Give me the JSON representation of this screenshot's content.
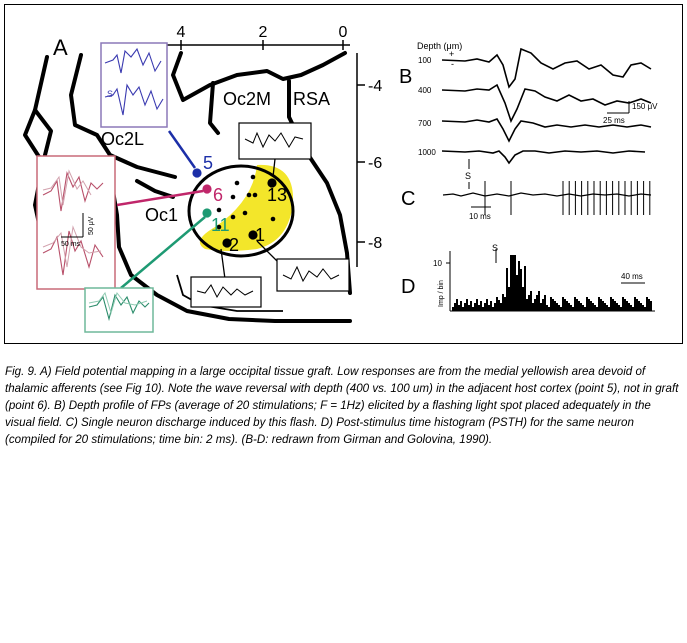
{
  "panels": {
    "a": {
      "label": "A",
      "top_axis": [
        "4",
        "2",
        "0"
      ],
      "side_axis": [
        "-4",
        "-6",
        "-8"
      ],
      "areas": [
        "Oc2M",
        "RSA",
        "Oc2L",
        "Oc1"
      ],
      "points": [
        "5",
        "6",
        "11",
        "13",
        "2",
        "1"
      ],
      "inset_s": "S",
      "scale_v": "50 μV",
      "scale_t": "50 ms"
    },
    "b": {
      "label": "B",
      "depth_title": "Depth (μm)",
      "depths": [
        "100",
        "400",
        "700",
        "1000"
      ],
      "plus": "+",
      "minus": "-",
      "scale_v": "150 μV",
      "scale_t": "25 ms",
      "stim": "S"
    },
    "c": {
      "label": "C",
      "scale_t": "10 ms"
    },
    "d": {
      "label": "D",
      "stim": "S",
      "ytick": "10",
      "ylabel": "Imp / bin",
      "scale_t": "40 ms"
    }
  },
  "caption": "Fig. 9. A) Field potential mapping in a large occipital tissue graft. Low responses are from the medial yellowish area devoid of thalamic afferents (see Fig 10). Note the wave reversal with depth (400 vs. 100 um) in the adjacent host cortex (point 5), not in graft (point 6). B) Depth profile of FPs (average of 20 stimulations; F = 1Hz) elicited by a flashing light spot placed adequately in the visual field. C) Single neuron discharge induced by this flash. D) Post-stimulus time histogram (PSTH) for the same neuron (compiled for 20 stimulations; time bin: 2 ms). (B-D: redrawn from Girman and Golovina, 1990).",
  "colors": {
    "graft_yellow": "#f3e62a",
    "blue": "#1c2fa8",
    "magenta": "#c0266a",
    "green": "#1e9a73",
    "inset_blue_border": "#8c78b8",
    "inset_red_border": "#c86a78",
    "inset_green_border": "#6fb89a"
  }
}
